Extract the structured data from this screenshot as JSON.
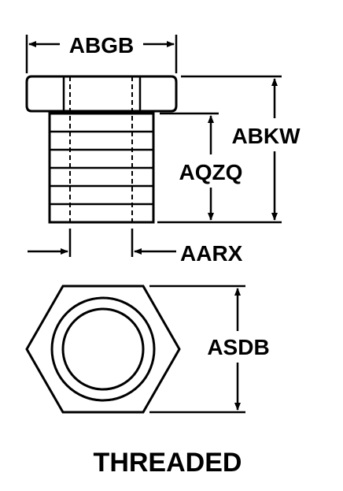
{
  "labels": {
    "abgb": "ABGB",
    "abkw": "ABKW",
    "aqzq": "AQZQ",
    "aarx": "AARX",
    "asdb": "ASDB",
    "caption": "THREADED"
  },
  "colors": {
    "ink": "#000000",
    "paper": "#ffffff"
  }
}
